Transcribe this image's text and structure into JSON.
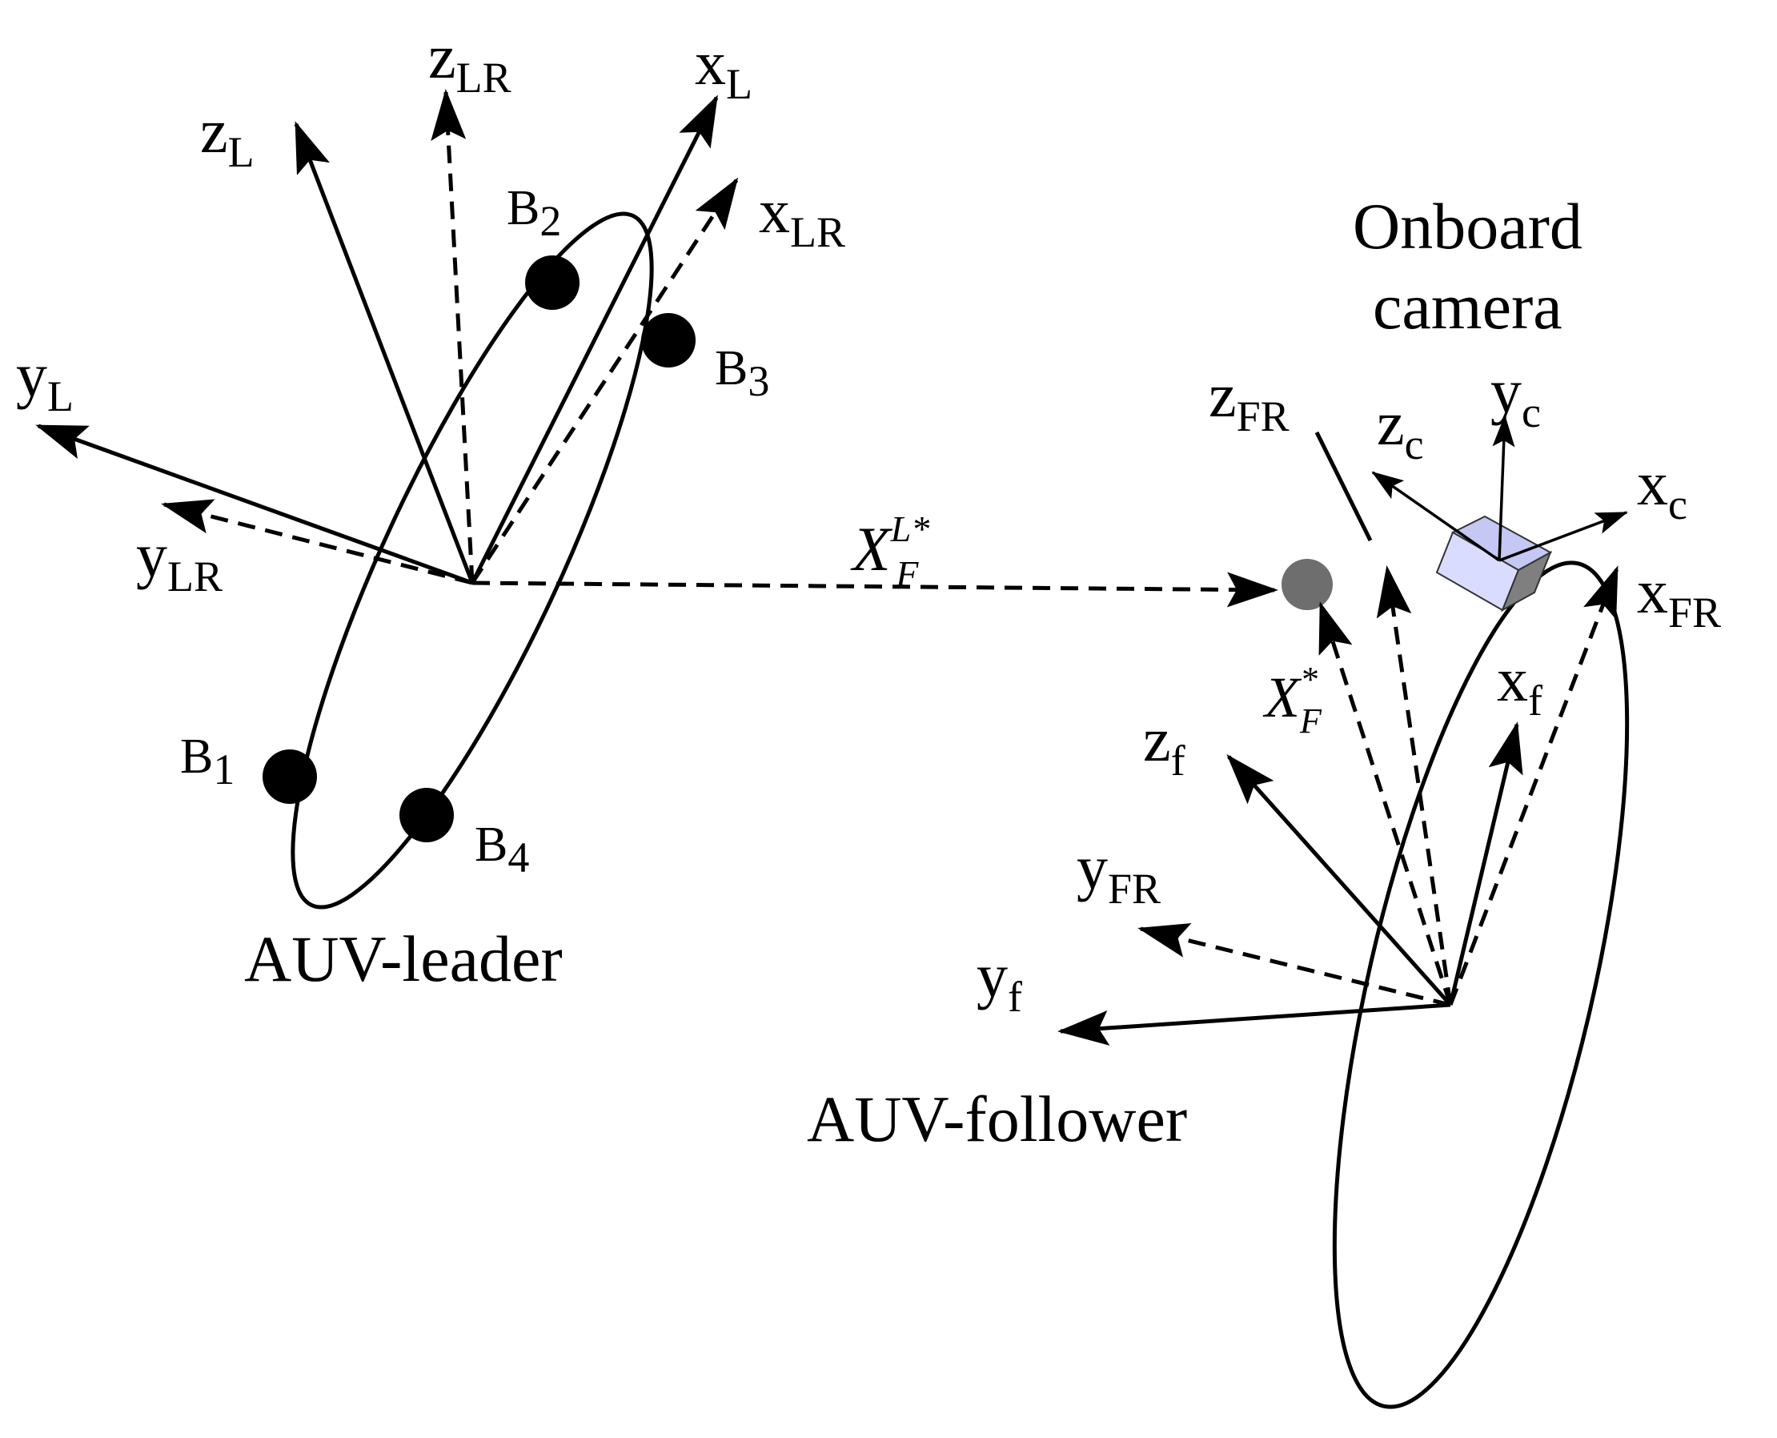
{
  "leader": {
    "caption": "AUV-leader",
    "axes": {
      "zL": {
        "base": "z",
        "sub": "L"
      },
      "zLR": {
        "base": "z",
        "sub": "LR"
      },
      "xL": {
        "base": "x",
        "sub": "L"
      },
      "xLR": {
        "base": "x",
        "sub": "LR"
      },
      "yL": {
        "base": "y",
        "sub": "L"
      },
      "yLR": {
        "base": "y",
        "sub": "LR"
      }
    },
    "markers": {
      "B1": {
        "base": "B",
        "sub": "1"
      },
      "B2": {
        "base": "B",
        "sub": "2"
      },
      "B3": {
        "base": "B",
        "sub": "3"
      },
      "B4": {
        "base": "B",
        "sub": "4"
      }
    }
  },
  "follower": {
    "caption": "AUV-follower",
    "axes": {
      "zFR": {
        "base": "z",
        "sub": "FR"
      },
      "xFR": {
        "base": "x",
        "sub": "FR"
      },
      "yFR": {
        "base": "y",
        "sub": "FR"
      },
      "zf": {
        "base": "z",
        "sub": "f"
      },
      "xf": {
        "base": "x",
        "sub": "f"
      },
      "yf": {
        "base": "y",
        "sub": "f"
      }
    }
  },
  "camera": {
    "caption_line1": "Onboard",
    "caption_line2": "camera",
    "axes": {
      "zc": {
        "base": "z",
        "sub": "c"
      },
      "yc": {
        "base": "y",
        "sub": "c"
      },
      "xc": {
        "base": "x",
        "sub": "c"
      }
    },
    "colors": {
      "front": "#d9dcff",
      "top": "#c4c8f2",
      "side": "#7f7f7f"
    }
  },
  "vectors": {
    "XFL": {
      "base": "X",
      "sub": "F",
      "sup": "L*"
    },
    "XF": {
      "base": "X",
      "sub": "F",
      "sup": "*"
    }
  },
  "colors": {
    "target_point": "#6e6e6e",
    "ink": "#000000"
  }
}
